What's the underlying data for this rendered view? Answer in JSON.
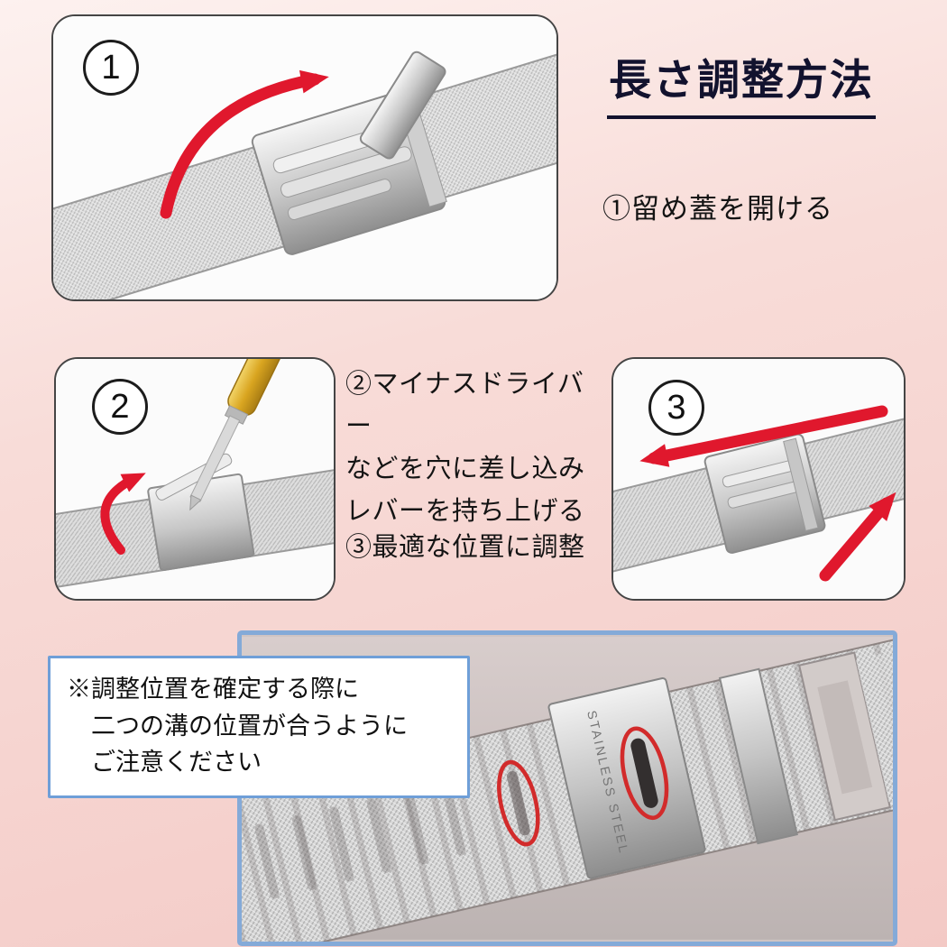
{
  "page": {
    "title": "長さ調整方法"
  },
  "steps": {
    "step1": {
      "badge": "1",
      "text": "①留め蓋を開ける"
    },
    "step2": {
      "badge": "2",
      "lines": [
        "②マイナスドライバー",
        "などを穴に差し込み",
        "レバーを持ち上げる"
      ]
    },
    "step3": {
      "badge": "3",
      "text": "③最適な位置に調整"
    }
  },
  "note": {
    "lines": [
      "※調整位置を確定する際に",
      "二つの溝の位置が合うように",
      "ご注意ください"
    ]
  },
  "photos": {
    "clasp_engraving": "STAINLESS STEEL"
  },
  "colors": {
    "background_pink": "#f3c9c5",
    "arrow_red": "#e0182d",
    "panel_border": "#454545",
    "note_border_blue": "#6f9fd8",
    "photo_frame_blue": "#84aad8",
    "screwdriver_gold": "#d9a520",
    "title_color": "#12122e"
  }
}
